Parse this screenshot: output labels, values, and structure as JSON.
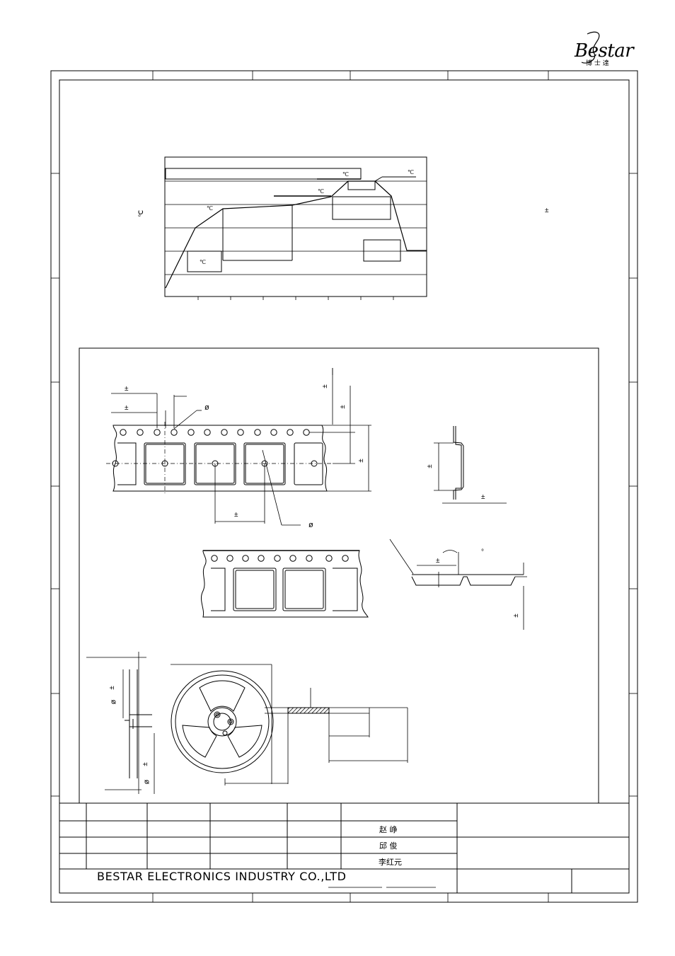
{
  "brand": {
    "logo_text": "Bestar",
    "logo_subtext": "博 士 達"
  },
  "reflow_chart": {
    "unit_symbol": "℃",
    "axis_unit": "℃",
    "tolerance_symbol": "±"
  },
  "tape_dims": {
    "pm": "±",
    "dia": "ø",
    "deg": "°"
  },
  "reel_dims": {
    "pm": "±",
    "dia": "ø"
  },
  "title_block": {
    "company": "BESTAR ELECTRONICS INDUSTRY CO.,LTD",
    "names": [
      "赵  峥",
      "邱  俊",
      "李红元"
    ]
  }
}
